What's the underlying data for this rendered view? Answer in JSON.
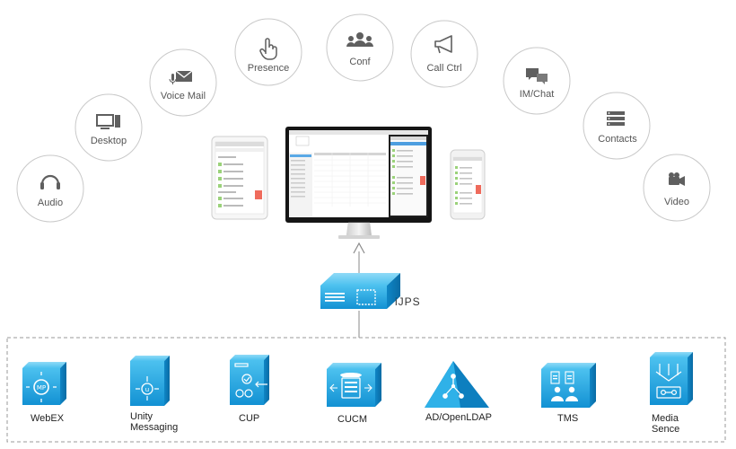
{
  "services": [
    {
      "label": "Audio",
      "icon": "headphones-icon"
    },
    {
      "label": "Desktop",
      "icon": "monitor-icon"
    },
    {
      "label": "Voice Mail",
      "icon": "voicemail-icon"
    },
    {
      "label": "Presence",
      "icon": "hand-pointer-icon"
    },
    {
      "label": "Conf",
      "icon": "group-icon"
    },
    {
      "label": "Call Ctrl",
      "icon": "megaphone-icon"
    },
    {
      "label": "IM/Chat",
      "icon": "chat-bubbles-icon"
    },
    {
      "label": "Contacts",
      "icon": "contacts-list-icon"
    },
    {
      "label": "Video",
      "icon": "video-camera-icon"
    }
  ],
  "server": {
    "label": "iJPS"
  },
  "backends": [
    {
      "label": "WebEX",
      "icon": "webex-icon"
    },
    {
      "label": "Unity\nMessaging",
      "icon": "unity-messaging-icon"
    },
    {
      "label": "CUP",
      "icon": "cup-icon"
    },
    {
      "label": "CUCM",
      "icon": "cucm-phone-icon"
    },
    {
      "label": "AD/OpenLDAP",
      "icon": "directory-triangle-icon"
    },
    {
      "label": "TMS",
      "icon": "tms-icon"
    },
    {
      "label": "Media\nSence",
      "icon": "media-sense-icon"
    }
  ],
  "colors": {
    "accent": "#17a0dd",
    "accent_dark": "#0b76b0",
    "circle_border": "#c9c9c9",
    "icon_gray": "#5f5f5f"
  }
}
